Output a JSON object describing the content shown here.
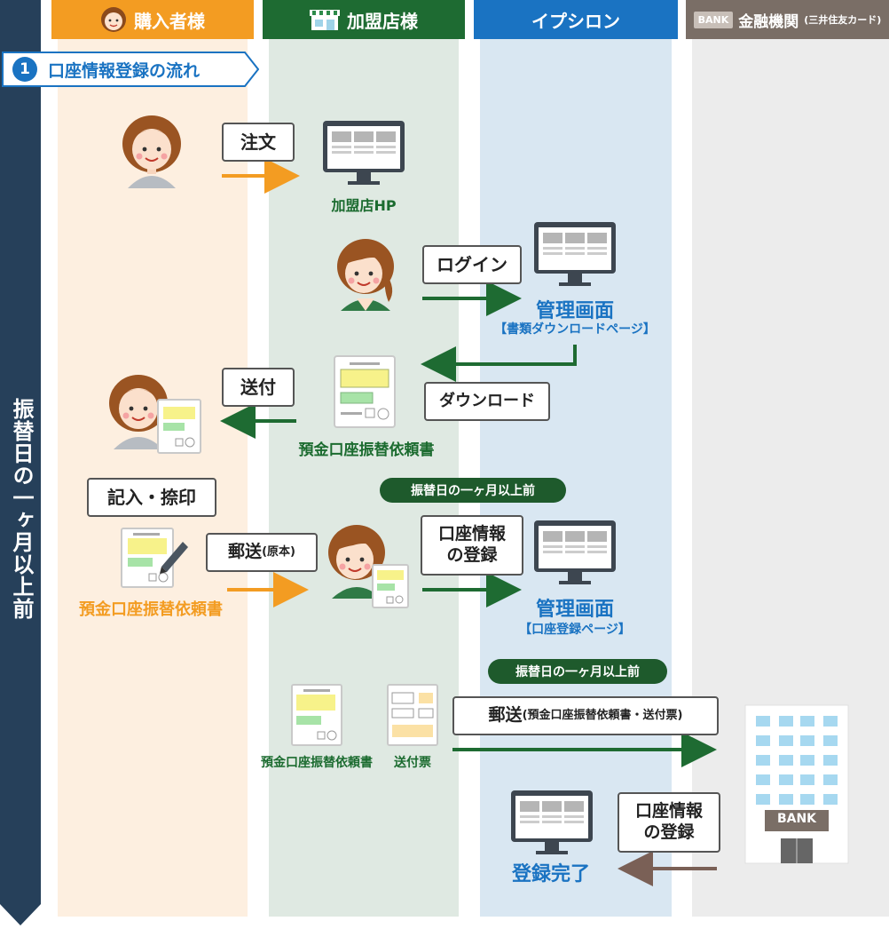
{
  "columns": [
    {
      "label": "購入者様",
      "color": "#f39c22"
    },
    {
      "label": "加盟店様",
      "color": "#1e6b32"
    },
    {
      "label": "イプシロン",
      "color": "#1a73c2"
    },
    {
      "label": "金融機関",
      "sub": "(三井住友カード)",
      "badge": "BANK",
      "color": "#7a6e66"
    }
  ],
  "side_label": "振替日の一ヶ月以上前",
  "section": {
    "number": "1",
    "title": "口座情報登録の流れ"
  },
  "steps": {
    "order": "注文",
    "merchant_hp": "加盟店HP",
    "login": "ログイン",
    "admin_title_1": "管理画面",
    "admin_sub_1": "【書類ダウンロードページ】",
    "download": "ダウンロード",
    "send": "送付",
    "form_green": "預金口座振替依頼書",
    "fill_seal": "記入・捺印",
    "mail_original": "郵送",
    "mail_original_sub": "(原本)",
    "form_orange": "預金口座振替依頼書",
    "pill_1": "振替日の一ヶ月以上前",
    "register_1_line1": "口座情報",
    "register_1_line2": "の登録",
    "admin_title_2": "管理画面",
    "admin_sub_2": "【口座登録ページ】",
    "pill_2": "振替日の一ヶ月以上前",
    "mail_bank": "郵送",
    "mail_bank_sub": "(預金口座振替依頼書・送付票)",
    "form_small": "預金口座振替依頼書",
    "slip": "送付票",
    "register_2_line1": "口座情報",
    "register_2_line2": "の登録",
    "bank_label": "BANK",
    "done": "登録完了"
  }
}
